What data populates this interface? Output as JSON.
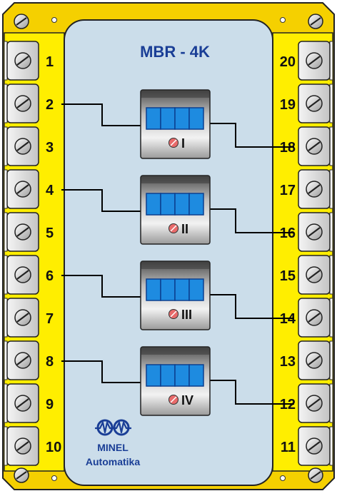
{
  "device": {
    "model": "MBR - 4K",
    "brand_line1": "MINEL",
    "brand_line2": "Automatika",
    "logo": "minel-logo-icon"
  },
  "terminals": {
    "left": [
      "1",
      "2",
      "3",
      "4",
      "5",
      "6",
      "7",
      "8",
      "9",
      "10"
    ],
    "right": [
      "20",
      "19",
      "18",
      "17",
      "16",
      "15",
      "14",
      "13",
      "12",
      "11"
    ]
  },
  "modules": [
    {
      "label": "I",
      "in": "2",
      "out": "18",
      "indicator": "led-indicator-icon"
    },
    {
      "label": "II",
      "in": "4",
      "out": "16",
      "indicator": "led-indicator-icon"
    },
    {
      "label": "III",
      "in": "6",
      "out": "14",
      "indicator": "led-indicator-icon"
    },
    {
      "label": "IV",
      "in": "8",
      "out": "12",
      "indicator": "led-indicator-icon"
    }
  ],
  "colors": {
    "housing": "#F5D000",
    "terminal_strip": "#FFEE00",
    "panel": "#CBDDEA",
    "title": "#1A3E96",
    "display": "#1E8BE0",
    "led": "#E86A6A",
    "wire": "#000000"
  }
}
